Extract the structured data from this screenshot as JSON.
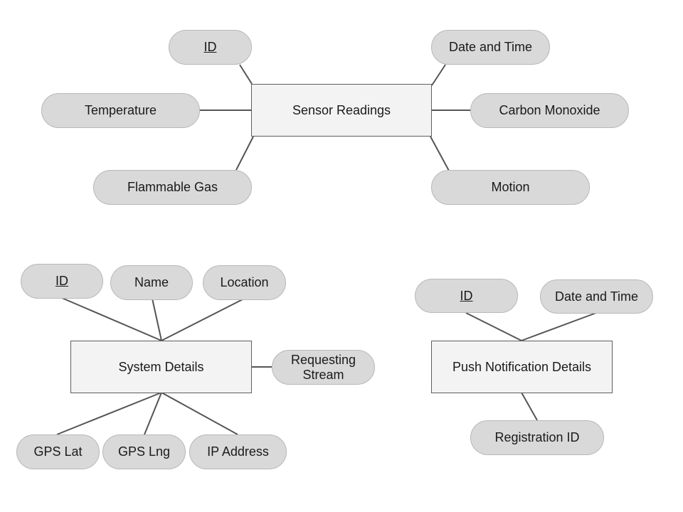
{
  "diagram": {
    "sensor_readings": {
      "entity": "Sensor Readings",
      "attributes": {
        "id": "ID",
        "date_time": "Date and Time",
        "temperature": "Temperature",
        "carbon_monoxide": "Carbon Monoxide",
        "flammable_gas": "Flammable Gas",
        "motion": "Motion"
      }
    },
    "system_details": {
      "entity": "System Details",
      "attributes": {
        "id": "ID",
        "name": "Name",
        "location": "Location",
        "requesting_stream": "Requesting\nStream",
        "gps_lat": "GPS Lat",
        "gps_lng": "GPS Lng",
        "ip_address": "IP Address"
      }
    },
    "push_notification_details": {
      "entity": "Push Notification Details",
      "attributes": {
        "id": "ID",
        "date_time": "Date and Time",
        "registration_id": "Registration ID"
      }
    }
  },
  "colors": {
    "entity_fill": "#f3f3f3",
    "entity_border": "#5f5f5f",
    "attribute_fill": "#d9d9d9",
    "connector": "#555555"
  }
}
